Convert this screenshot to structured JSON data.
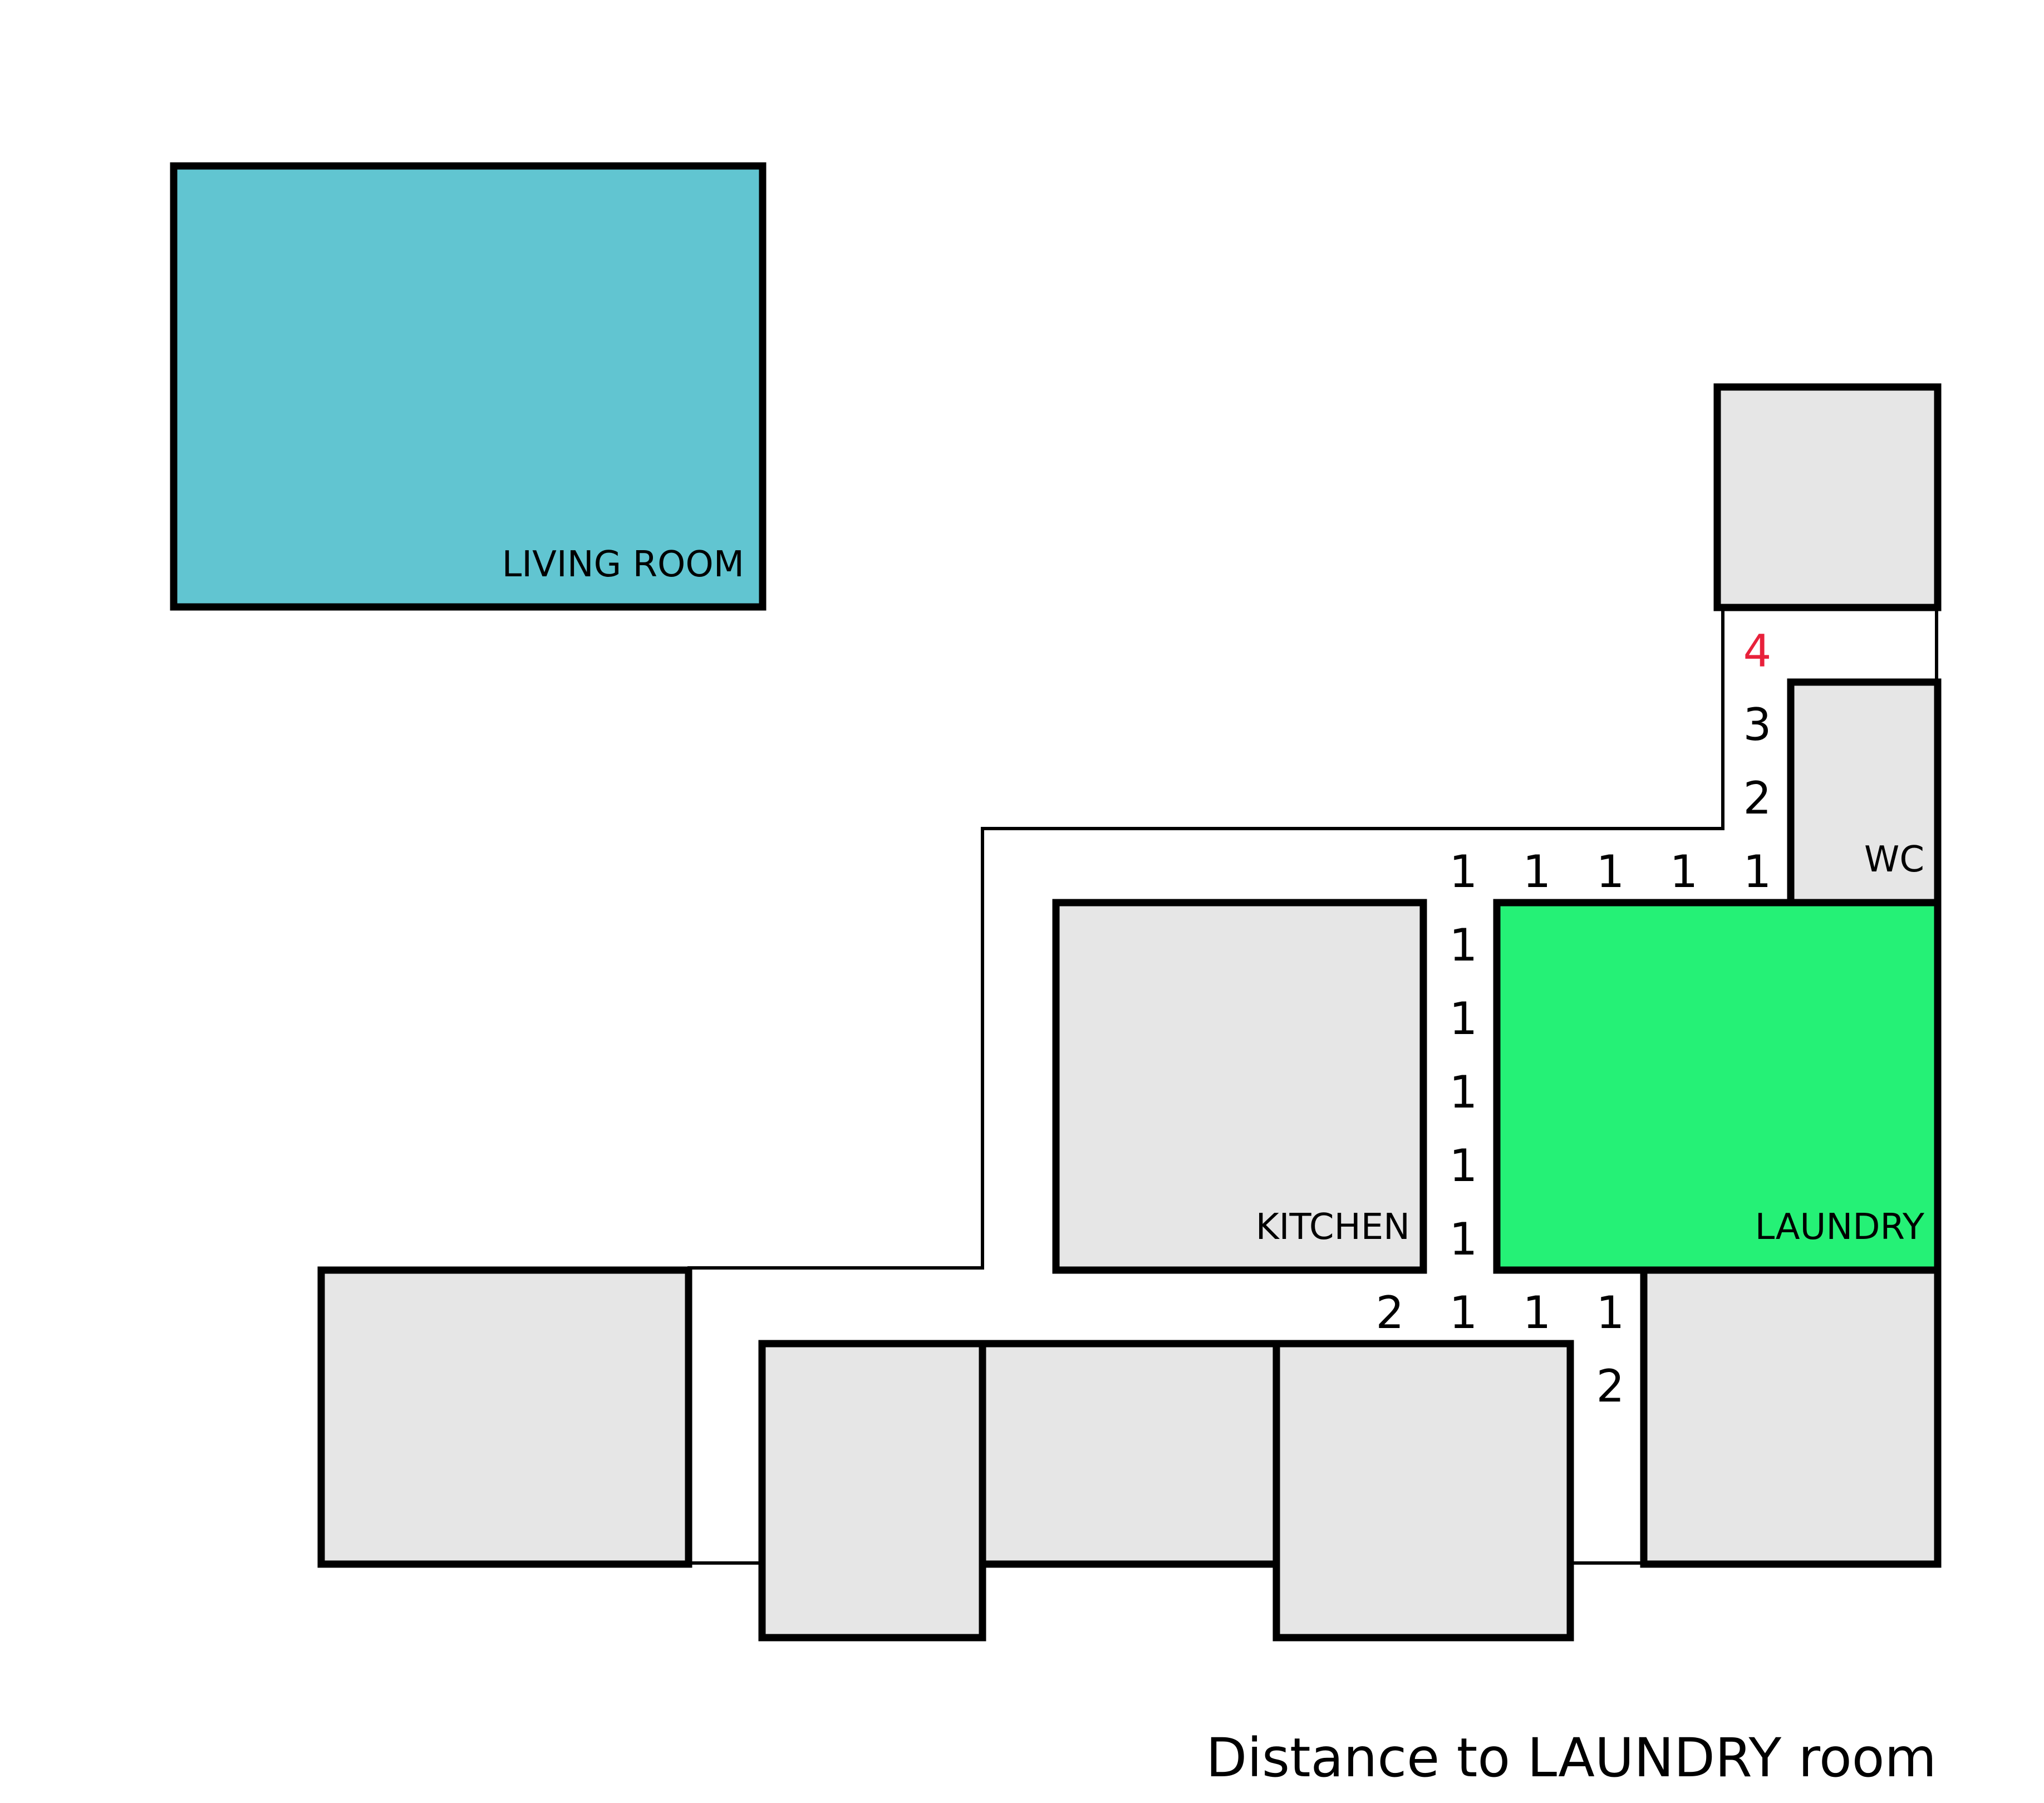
{
  "title": "Distance to LAUNDRY room",
  "colors": {
    "room_default": "#e6e6e6",
    "living_room": "#61c5d1",
    "laundry": "#25f176",
    "highlight_distance": "#e8213b",
    "text": "#000000"
  },
  "rooms": [
    {
      "id": "living-room",
      "label": "LIVING ROOM"
    },
    {
      "id": "top-right-room",
      "label": ""
    },
    {
      "id": "wc",
      "label": "WC"
    },
    {
      "id": "kitchen",
      "label": "KITCHEN"
    },
    {
      "id": "laundry",
      "label": "LAUNDRY"
    },
    {
      "id": "left-room",
      "label": ""
    },
    {
      "id": "bottom-room-1",
      "label": ""
    },
    {
      "id": "bottom-room-2",
      "label": ""
    },
    {
      "id": "bottom-room-3",
      "label": ""
    },
    {
      "id": "bottom-right-room",
      "label": ""
    }
  ],
  "distances": [
    "4",
    "3",
    "2",
    "1",
    "1",
    "1",
    "1",
    "1",
    "1",
    "1",
    "1",
    "1",
    "1",
    "2",
    "1",
    "1",
    "1",
    "2"
  ]
}
